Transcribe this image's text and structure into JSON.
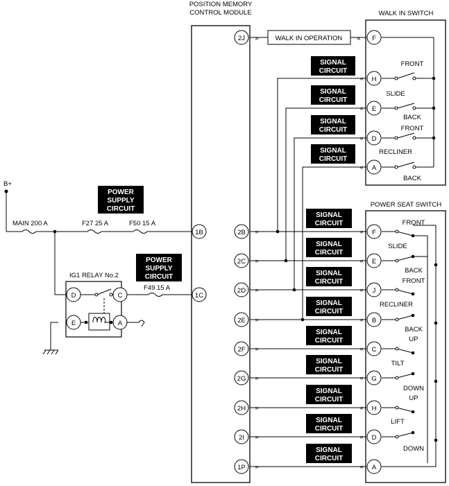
{
  "module": {
    "title": [
      "POSITION MEMORY",
      "CONTROL MODULE"
    ]
  },
  "walk_in_switch": {
    "title": "WALK IN SWITCH",
    "labels": [
      "FRONT",
      "SLIDE",
      "BACK",
      "FRONT",
      "RECLINER",
      "BACK"
    ]
  },
  "power_seat_switch": {
    "title": "POWER SEAT SWITCH",
    "labels": [
      "FRONT",
      "SLIDE",
      "BACK",
      "FRONT",
      "RECLINER",
      "BACK",
      "UP",
      "TILT",
      "DOWN",
      "UP",
      "LIFT",
      "DOWN"
    ]
  },
  "walk_in_operation": "WALK IN OPERATION",
  "signal_label": [
    "SIGNAL",
    "CIRCUIT"
  ],
  "power_label": [
    "POWER",
    "SUPPLY",
    "CIRCUIT"
  ],
  "supply": {
    "b_plus": "B+",
    "main": "MAIN 200 A",
    "f27": "F27 25 A",
    "f50": "F50 15 A",
    "f49": "F49 15 A",
    "relay": "IG1 RELAY No.2"
  },
  "module_pins": [
    "2J",
    "1B",
    "1C",
    "2B",
    "2C",
    "2D",
    "2E",
    "2F",
    "2G",
    "2H",
    "2I",
    "1P"
  ],
  "walk_pins": [
    "F",
    "H",
    "E",
    "D",
    "A"
  ],
  "power_pins": [
    "F",
    "E",
    "J",
    "B",
    "C",
    "G",
    "H",
    "D",
    "A"
  ],
  "relay_pins": [
    "D",
    "C",
    "E",
    "A"
  ]
}
